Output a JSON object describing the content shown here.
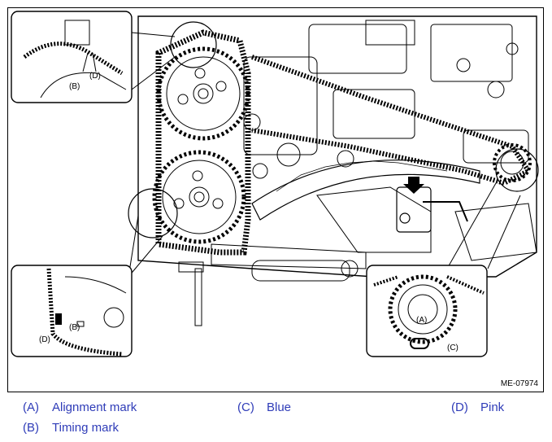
{
  "figure": {
    "id": "ME-07974",
    "callouts": {
      "a": "(A)",
      "b": "(B)",
      "c": "(C)",
      "d": "(D)"
    }
  },
  "legend": {
    "color": "#2f3cb8",
    "items": [
      {
        "letter": "(A)",
        "label": "Alignment mark"
      },
      {
        "letter": "(B)",
        "label": "Timing mark"
      },
      {
        "letter": "(C)",
        "label": "Blue"
      },
      {
        "letter": "(D)",
        "label": "Pink"
      }
    ]
  }
}
